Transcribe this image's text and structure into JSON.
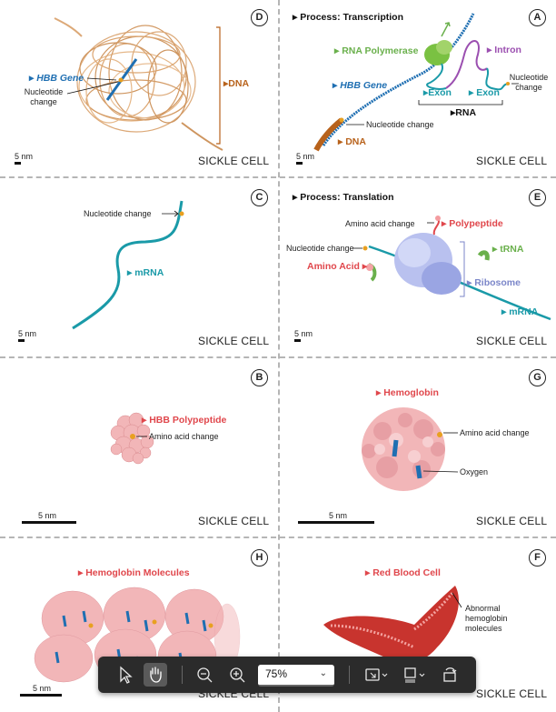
{
  "cell_label": "SICKLE CELL",
  "panels": {
    "D": {
      "letter": "D",
      "gene": "HBB Gene",
      "change": "Nucleotide change",
      "dna": "DNA",
      "scale": "5 nm"
    },
    "A": {
      "letter": "A",
      "process": "Process: Transcription",
      "polymerase": "RNA Polymerase",
      "intron": "Intron",
      "gene": "HBB Gene",
      "exon1": "Exon",
      "exon2": "Exon",
      "change_right": "Nucleotide change",
      "rna": "RNA",
      "change": "Nucleotide change",
      "dna": "DNA",
      "scale": "5 nm"
    },
    "C": {
      "letter": "C",
      "change": "Nucleotide change",
      "mrna": "mRNA",
      "scale": "5 nm"
    },
    "E": {
      "letter": "E",
      "process": "Process: Translation",
      "aa_change": "Amino acid change",
      "polypeptide": "Polypeptide",
      "nuc_change": "Nucleotide change",
      "trna": "tRNA",
      "amino_acid": "Amino Acid",
      "ribosome": "Ribosome",
      "mrna": "mRNA",
      "scale": "5 nm"
    },
    "B": {
      "letter": "B",
      "polypeptide": "HBB Polypeptide",
      "aa_change": "Amino acid change",
      "scale": "5 nm"
    },
    "G": {
      "letter": "G",
      "hemoglobin": "Hemoglobin",
      "aa_change": "Amino acid change",
      "oxygen": "Oxygen",
      "scale": "5 nm"
    },
    "H": {
      "letter": "H",
      "molecules": "Hemoglobin Molecules",
      "scale": "5 nm"
    },
    "F": {
      "letter": "F",
      "rbc": "Red Blood Cell",
      "abnormal": "Abnormal hemoglobin molecules"
    }
  },
  "toolbar": {
    "zoom_value": "75%",
    "icons": [
      "select-arrow-icon",
      "hand-pan-icon",
      "zoom-out-icon",
      "zoom-in-icon",
      "chevron-down-icon",
      "fit-page-icon",
      "page-view-icon",
      "rotate-icon"
    ]
  },
  "colors": {
    "blue": "#1f6fb2",
    "teal": "#1a9aa8",
    "green": "#6ab04c",
    "purple": "#9b4fb0",
    "orange": "#b8621b",
    "red": "#e0474c",
    "ribosome": "#7b86c9",
    "hemoglobin": "#f2b6b8"
  }
}
